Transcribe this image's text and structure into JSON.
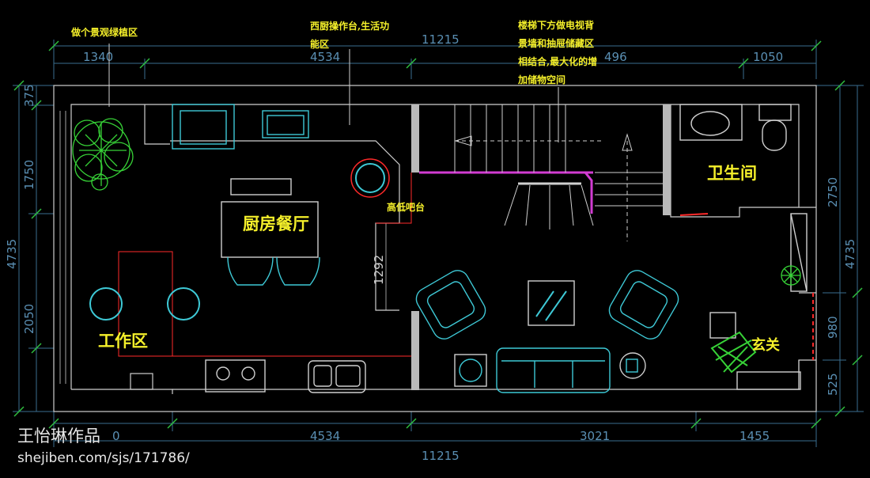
{
  "dimensions": {
    "top_total": "11215",
    "top_segments": [
      "1340",
      "4534",
      "496",
      "1050"
    ],
    "bottom_total": "11215",
    "bottom_segments": [
      "0",
      "4534",
      "3021",
      "1455"
    ],
    "left_total": "4735",
    "left_segments": [
      "375",
      "1750",
      "2050"
    ],
    "right_total": "4735",
    "right_segments": [
      "2750",
      "980",
      "525"
    ],
    "inner_vertical": "1292"
  },
  "annotations": {
    "green_planting": "做个景观绿植区",
    "west_kitchen_1": "西厨操作台,生活功",
    "west_kitchen_2": "能区",
    "stair_1": "楼梯下方做电视背",
    "stair_2": "景墙和抽屉储藏区",
    "stair_3": "相结合,最大化的增",
    "stair_4": "加储物空间",
    "bar": "高低吧台"
  },
  "rooms": {
    "kitchen_dining": "厨房餐厅",
    "bathroom": "卫生间",
    "work_area": "工作区",
    "entrance": "玄关"
  },
  "watermark": {
    "author": "王怡琳作品",
    "url": "shejiben.com/sjs/171786/"
  },
  "colors": {
    "wall": "#cfcfcf",
    "furniture": "#3ec9d6",
    "dimension": "#5a8fb3",
    "annotation": "#f4ef2a",
    "accent_red": "#ff2020",
    "stair_magenta": "#d23cd2",
    "plant": "#37d337"
  }
}
